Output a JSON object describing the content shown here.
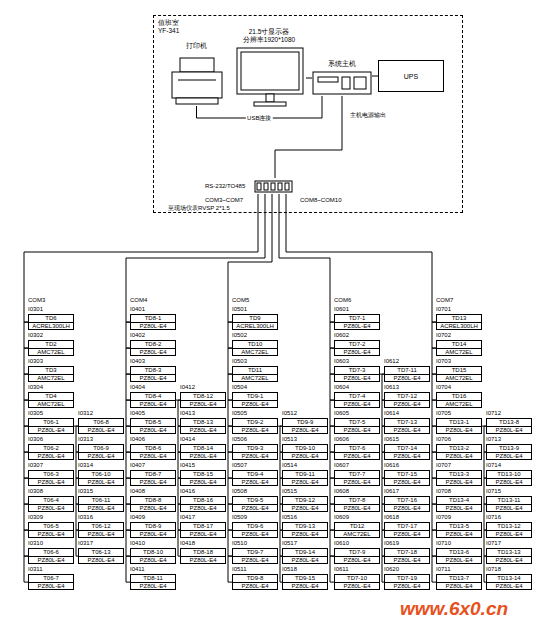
{
  "diagram": {
    "nodes": [
      {
        "text": [
          "值班室",
          "YF-341"
        ]
      },
      {
        "text": [
          "打印机"
        ],
        "in": 0
      },
      {
        "text": [
          "21.5寸显示器",
          "分辨率1920*1080"
        ],
        "in": 0
      },
      {
        "text": [
          "系统主机"
        ],
        "in": 0
      },
      {
        "text": [
          "UPS"
        ],
        "in": 0
      },
      {
        "text": [
          "RS-232/TO485"
        ],
        "in": 0
      },
      {
        "text": [
          "TD6",
          "ACREL300LH"
        ]
      },
      {
        "text": [
          "TD2",
          "AMC72EL"
        ]
      },
      {
        "text": [
          "TD3",
          "AMC72EL"
        ]
      },
      {
        "text": [
          "TD4",
          "AMC72EL"
        ]
      },
      {
        "text": [
          "T06-1",
          "PZ80L-E4"
        ]
      },
      {
        "text": [
          "T06-2",
          "PZ80L-E4"
        ]
      },
      {
        "text": [
          "T06-3",
          "PZ80L-E4"
        ]
      },
      {
        "text": [
          "T06-4",
          "PZ80L-E4"
        ]
      },
      {
        "text": [
          "T06-5",
          "PZ80L-E4"
        ]
      },
      {
        "text": [
          "T06-6",
          "PZ80L-E4"
        ]
      },
      {
        "text": [
          "T06-7",
          "PZ80L-E4"
        ]
      },
      {
        "text": [
          "T06-8",
          "PZ80L-E4"
        ]
      },
      {
        "text": [
          "T06-9",
          "PZ80L-E4"
        ]
      },
      {
        "text": [
          "T06-10",
          "PZ80L-E4"
        ]
      },
      {
        "text": [
          "T06-11",
          "PZ80L-E4"
        ]
      },
      {
        "text": [
          "T06-12",
          "PZ80L-E4"
        ]
      },
      {
        "text": [
          "T06-13",
          "PZ80L-E4"
        ]
      },
      {
        "text": [
          "TD8-1",
          "PZ80L-E4"
        ]
      },
      {
        "text": [
          "TD8-2",
          "PZ80L-E4"
        ]
      },
      {
        "text": [
          "TD8-3",
          "PZ80L-E4"
        ]
      },
      {
        "text": [
          "TD8-4",
          "PZ80L-E4"
        ]
      },
      {
        "text": [
          "TD8-5",
          "PZ80L-E4"
        ]
      },
      {
        "text": [
          "TD8-6",
          "PZ80L-E4"
        ]
      },
      {
        "text": [
          "TD8-7",
          "PZ80L-E4"
        ]
      },
      {
        "text": [
          "TD8-8",
          "PZ80L-E4"
        ]
      },
      {
        "text": [
          "TD8-9",
          "PZ80L-E4"
        ]
      },
      {
        "text": [
          "TD8-10",
          "PZ80L-E4"
        ]
      },
      {
        "text": [
          "TD8-11",
          "PZ80L-E4"
        ]
      },
      {
        "text": [
          "TD8-12",
          "PZ80L-E4"
        ]
      },
      {
        "text": [
          "TD8-13",
          "PZ80L-E4"
        ]
      },
      {
        "text": [
          "TD8-14",
          "PZ80L-E4"
        ]
      },
      {
        "text": [
          "TD8-15",
          "PZ80L-E4"
        ]
      },
      {
        "text": [
          "TD8-16",
          "PZ80L-E4"
        ]
      },
      {
        "text": [
          "TD8-17",
          "PZ80L-E4"
        ]
      },
      {
        "text": [
          "TD8-18",
          "PZ80L-E4"
        ]
      },
      {
        "text": [
          "TD9",
          "ACREL300LH"
        ]
      },
      {
        "text": [
          "TD10",
          "AMC72EL"
        ]
      },
      {
        "text": [
          "TD11",
          "AMC72EL"
        ]
      },
      {
        "text": [
          "TD9-1",
          "PZ80L-E4"
        ]
      },
      {
        "text": [
          "TD9-2",
          "PZ80L-E4"
        ]
      },
      {
        "text": [
          "TD9-3",
          "PZ80L-E4"
        ]
      },
      {
        "text": [
          "TD9-4",
          "PZ80L-E4"
        ]
      },
      {
        "text": [
          "TD9-5",
          "PZ80L-E4"
        ]
      },
      {
        "text": [
          "TD9-6",
          "PZ80L-E4"
        ]
      },
      {
        "text": [
          "TD9-7",
          "PZ80L-E4"
        ]
      },
      {
        "text": [
          "TD9-8",
          "PZ80L-E4"
        ]
      },
      {
        "text": [
          "TD9-9",
          "PZ80L-E4"
        ]
      },
      {
        "text": [
          "TD9-10",
          "PZ80L-E4"
        ]
      },
      {
        "text": [
          "TD9-11",
          "PZ80L-E4"
        ]
      },
      {
        "text": [
          "TD9-12",
          "PZ80L-E4"
        ]
      },
      {
        "text": [
          "TD9-13",
          "PZ80L-E4"
        ]
      },
      {
        "text": [
          "TD9-14",
          "PZ80L-E4"
        ]
      },
      {
        "text": [
          "TD9-15",
          "PZ80L-E4"
        ]
      },
      {
        "text": [
          "TD7-1",
          "PZ80L-E4"
        ]
      },
      {
        "text": [
          "TD7-2",
          "PZ80L-E4"
        ]
      },
      {
        "text": [
          "TD7-3",
          "PZ80L-E4"
        ]
      },
      {
        "text": [
          "TD7-4",
          "PZ80L-E4"
        ]
      },
      {
        "text": [
          "TD7-5",
          "PZ80L-E4"
        ]
      },
      {
        "text": [
          "TD7-6",
          "PZ80L-E4"
        ]
      },
      {
        "text": [
          "TD7-7",
          "PZ80L-E4"
        ]
      },
      {
        "text": [
          "TD7-8",
          "PZ80L-E4"
        ]
      },
      {
        "text": [
          "TD12",
          "AMC72EL"
        ]
      },
      {
        "text": [
          "TD7-9",
          "PZ80L-E4"
        ]
      },
      {
        "text": [
          "TD7-10",
          "PZ80L-E4"
        ]
      },
      {
        "text": [
          "TD7-11",
          "PZ80L-E4"
        ]
      },
      {
        "text": [
          "TD7-12",
          "PZ80L-E4"
        ]
      },
      {
        "text": [
          "TD7-13",
          "PZ80L-E4"
        ]
      },
      {
        "text": [
          "TD7-14",
          "PZ80L-E4"
        ]
      },
      {
        "text": [
          "TD7-15",
          "PZ80L-E4"
        ]
      },
      {
        "text": [
          "TD7-16",
          "PZ80L-E4"
        ]
      },
      {
        "text": [
          "TD7-17",
          "PZ80L-E4"
        ]
      },
      {
        "text": [
          "TD7-18",
          "PZ80L-E4"
        ]
      },
      {
        "text": [
          "TD7-19",
          "PZ80L-E4"
        ]
      },
      {
        "text": [
          "TD13",
          "ACREL300LH"
        ]
      },
      {
        "text": [
          "TD14",
          "AMC72EL"
        ]
      },
      {
        "text": [
          "TD15",
          "AMC72EL"
        ]
      },
      {
        "text": [
          "TD16",
          "AMC72EL"
        ]
      },
      {
        "text": [
          "TD13-1",
          "PZ80L-E4"
        ]
      },
      {
        "text": [
          "TD13-2",
          "PZ80L-E4"
        ]
      },
      {
        "text": [
          "TD13-3",
          "PZ80L-E4"
        ]
      },
      {
        "text": [
          "TD13-4",
          "PZ80L-E4"
        ]
      },
      {
        "text": [
          "TD13-5",
          "PZ80L-E4"
        ]
      },
      {
        "text": [
          "TD13-6",
          "PZ80L-E4"
        ]
      },
      {
        "text": [
          "TD13-7",
          "PZ80L-E4"
        ]
      },
      {
        "text": [
          "TD13-8",
          "PZ80L-E4"
        ]
      },
      {
        "text": [
          "TD13-9",
          "PZ80L-E4"
        ]
      },
      {
        "text": [
          "TD13-10",
          "PZ80L-E4"
        ]
      },
      {
        "text": [
          "TD13-11",
          "PZ80L-E4"
        ]
      },
      {
        "text": [
          "TD13-12",
          "PZ80L-E4"
        ]
      },
      {
        "text": [
          "TD13-13",
          "PZ80L-E4"
        ]
      },
      {
        "text": [
          "TD13-14",
          "PZ80L-E4"
        ]
      }
    ],
    "edges": [
      {
        "from": 1,
        "to": 3,
        "arrow": "none",
        "label": "USB连接"
      },
      {
        "from": 2,
        "to": 3,
        "arrow": "none"
      },
      {
        "from": 3,
        "to": 4,
        "arrow": "none"
      },
      {
        "from": 3,
        "to": 5,
        "arrow": "none"
      },
      {
        "from": 5,
        "to": 6,
        "arrow": "none"
      },
      {
        "from": 5,
        "to": 23,
        "arrow": "none"
      },
      {
        "from": 5,
        "to": 41,
        "arrow": "none"
      },
      {
        "from": 5,
        "to": 59,
        "arrow": "none"
      },
      {
        "from": 5,
        "to": 79,
        "arrow": "none"
      },
      {
        "from": 6,
        "to": 7,
        "arrow": "none"
      },
      {
        "from": 7,
        "to": 8,
        "arrow": "none"
      },
      {
        "from": 8,
        "to": 9,
        "arrow": "none"
      },
      {
        "from": 9,
        "to": 10,
        "arrow": "none"
      },
      {
        "from": 10,
        "to": 11,
        "arrow": "none"
      },
      {
        "from": 11,
        "to": 12,
        "arrow": "none"
      },
      {
        "from": 12,
        "to": 13,
        "arrow": "none"
      },
      {
        "from": 13,
        "to": 14,
        "arrow": "none"
      },
      {
        "from": 14,
        "to": 15,
        "arrow": "none"
      },
      {
        "from": 15,
        "to": 16,
        "arrow": "none"
      },
      {
        "from": 10,
        "to": 17,
        "arrow": "none"
      },
      {
        "from": 17,
        "to": 18,
        "arrow": "none"
      },
      {
        "from": 18,
        "to": 19,
        "arrow": "none"
      },
      {
        "from": 19,
        "to": 20,
        "arrow": "none"
      },
      {
        "from": 20,
        "to": 21,
        "arrow": "none"
      },
      {
        "from": 21,
        "to": 22,
        "arrow": "none"
      },
      {
        "from": 23,
        "to": 24,
        "arrow": "none"
      },
      {
        "from": 24,
        "to": 25,
        "arrow": "none"
      },
      {
        "from": 25,
        "to": 26,
        "arrow": "none"
      },
      {
        "from": 26,
        "to": 27,
        "arrow": "none"
      },
      {
        "from": 27,
        "to": 28,
        "arrow": "none"
      },
      {
        "from": 28,
        "to": 29,
        "arrow": "none"
      },
      {
        "from": 29,
        "to": 30,
        "arrow": "none"
      },
      {
        "from": 30,
        "to": 31,
        "arrow": "none"
      },
      {
        "from": 31,
        "to": 32,
        "arrow": "none"
      },
      {
        "from": 32,
        "to": 33,
        "arrow": "none"
      },
      {
        "from": 26,
        "to": 34,
        "arrow": "none"
      },
      {
        "from": 34,
        "to": 35,
        "arrow": "none"
      },
      {
        "from": 35,
        "to": 36,
        "arrow": "none"
      },
      {
        "from": 36,
        "to": 37,
        "arrow": "none"
      },
      {
        "from": 37,
        "to": 38,
        "arrow": "none"
      },
      {
        "from": 38,
        "to": 39,
        "arrow": "none"
      },
      {
        "from": 39,
        "to": 40,
        "arrow": "none"
      },
      {
        "from": 41,
        "to": 42,
        "arrow": "none"
      },
      {
        "from": 42,
        "to": 43,
        "arrow": "none"
      },
      {
        "from": 43,
        "to": 44,
        "arrow": "none"
      },
      {
        "from": 44,
        "to": 45,
        "arrow": "none"
      },
      {
        "from": 45,
        "to": 46,
        "arrow": "none"
      },
      {
        "from": 46,
        "to": 47,
        "arrow": "none"
      },
      {
        "from": 47,
        "to": 48,
        "arrow": "none"
      },
      {
        "from": 48,
        "to": 49,
        "arrow": "none"
      },
      {
        "from": 49,
        "to": 50,
        "arrow": "none"
      },
      {
        "from": 50,
        "to": 51,
        "arrow": "none"
      },
      {
        "from": 45,
        "to": 52,
        "arrow": "none"
      },
      {
        "from": 52,
        "to": 53,
        "arrow": "none"
      },
      {
        "from": 53,
        "to": 54,
        "arrow": "none"
      },
      {
        "from": 54,
        "to": 55,
        "arrow": "none"
      },
      {
        "from": 55,
        "to": 56,
        "arrow": "none"
      },
      {
        "from": 56,
        "to": 57,
        "arrow": "none"
      },
      {
        "from": 57,
        "to": 58,
        "arrow": "none"
      },
      {
        "from": 59,
        "to": 60,
        "arrow": "none"
      },
      {
        "from": 60,
        "to": 61,
        "arrow": "none"
      },
      {
        "from": 61,
        "to": 62,
        "arrow": "none"
      },
      {
        "from": 62,
        "to": 63,
        "arrow": "none"
      },
      {
        "from": 63,
        "to": 64,
        "arrow": "none"
      },
      {
        "from": 64,
        "to": 65,
        "arrow": "none"
      },
      {
        "from": 65,
        "to": 66,
        "arrow": "none"
      },
      {
        "from": 66,
        "to": 67,
        "arrow": "none"
      },
      {
        "from": 67,
        "to": 68,
        "arrow": "none"
      },
      {
        "from": 68,
        "to": 69,
        "arrow": "none"
      },
      {
        "from": 61,
        "to": 70,
        "arrow": "none"
      },
      {
        "from": 70,
        "to": 71,
        "arrow": "none"
      },
      {
        "from": 71,
        "to": 72,
        "arrow": "none"
      },
      {
        "from": 72,
        "to": 73,
        "arrow": "none"
      },
      {
        "from": 73,
        "to": 74,
        "arrow": "none"
      },
      {
        "from": 74,
        "to": 75,
        "arrow": "none"
      },
      {
        "from": 75,
        "to": 76,
        "arrow": "none"
      },
      {
        "from": 76,
        "to": 77,
        "arrow": "none"
      },
      {
        "from": 77,
        "to": 78,
        "arrow": "none"
      },
      {
        "from": 79,
        "to": 80,
        "arrow": "none"
      },
      {
        "from": 80,
        "to": 81,
        "arrow": "none"
      },
      {
        "from": 81,
        "to": 82,
        "arrow": "none"
      },
      {
        "from": 82,
        "to": 83,
        "arrow": "none"
      },
      {
        "from": 83,
        "to": 84,
        "arrow": "none"
      },
      {
        "from": 84,
        "to": 85,
        "arrow": "none"
      },
      {
        "from": 85,
        "to": 86,
        "arrow": "none"
      },
      {
        "from": 86,
        "to": 87,
        "arrow": "none"
      },
      {
        "from": 87,
        "to": 88,
        "arrow": "none"
      },
      {
        "from": 88,
        "to": 89,
        "arrow": "none"
      },
      {
        "from": 83,
        "to": 90,
        "arrow": "none"
      },
      {
        "from": 90,
        "to": 91,
        "arrow": "none"
      },
      {
        "from": 91,
        "to": 92,
        "arrow": "none"
      },
      {
        "from": 92,
        "to": 93,
        "arrow": "none"
      },
      {
        "from": 93,
        "to": 94,
        "arrow": "none"
      },
      {
        "from": 94,
        "to": 95,
        "arrow": "none"
      },
      {
        "from": 95,
        "to": 96,
        "arrow": "none"
      }
    ],
    "labels": [
      "主机电源输出",
      "COM3~COM7",
      "至现场仪表RVSP 2*1.5",
      "COM8~COM10",
      "COM3",
      "I0301",
      "I0302",
      "I0303",
      "I0304",
      "I0305",
      "I0306",
      "I0307",
      "I0308",
      "I0309",
      "I0310",
      "I0311",
      "I0312",
      "I0313",
      "I0314",
      "I0315",
      "I0316",
      "I0317",
      "COM4",
      "I0401",
      "I0402",
      "I0403",
      "I0404",
      "I0405",
      "I0406",
      "I0407",
      "I0408",
      "I0409",
      "I0410",
      "I0411",
      "I0412",
      "I0413",
      "I0414",
      "I0415",
      "I0416",
      "I0417",
      "I0418",
      "COM5",
      "I0501",
      "I0502",
      "I0503",
      "I0504",
      "I0505",
      "I0506",
      "I0507",
      "I0508",
      "I0509",
      "I0510",
      "I0511",
      "I0512",
      "I0513",
      "I0514",
      "I0515",
      "I0516",
      "I0517",
      "I0518",
      "COM6",
      "I0601",
      "I0602",
      "I0603",
      "I0604",
      "I0605",
      "I0606",
      "I0607",
      "I0608",
      "I0609",
      "I0610",
      "I0611",
      "I0612",
      "I0613",
      "I0614",
      "I0615",
      "I0616",
      "I0617",
      "I0618",
      "I0619",
      "I0620",
      "COM7",
      "I0701",
      "I0702",
      "I0703",
      "I0704",
      "I0705",
      "I0706",
      "I0707",
      "I0708",
      "I0709",
      "I0710",
      "I0711",
      "I0712",
      "I0713",
      "I0714",
      "I0715",
      "I0716",
      "I0717",
      "I0718",
      "www.6x0.cn"
    ]
  }
}
